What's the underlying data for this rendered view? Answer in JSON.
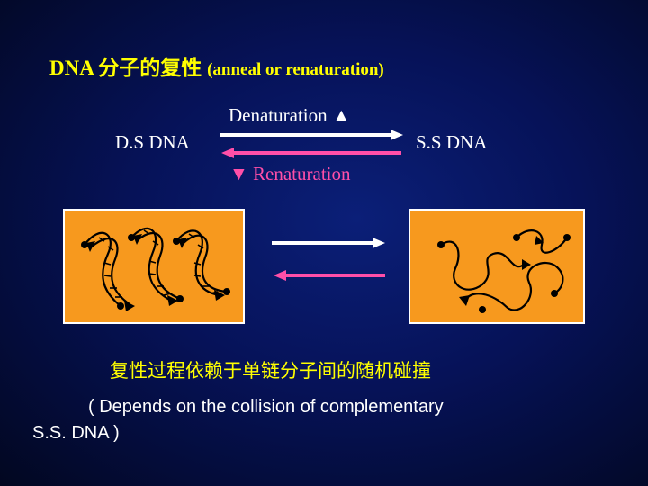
{
  "title": {
    "prefix": "DNA 分子的复性",
    "suffix": "(anneal or renaturation)"
  },
  "scheme": {
    "left_label": "D.S DNA",
    "right_label": "S.S DNA",
    "forward_label": "Denaturation ▲",
    "reverse_label": "▼ Renaturation",
    "forward_color": "#ffffff",
    "reverse_color": "#ff4fa8"
  },
  "panels": {
    "background": "#f7991e",
    "left_icon": "double-stranded-dna-icon",
    "right_icon": "single-stranded-dna-icon"
  },
  "caption_cn": "复性过程依赖于单链分子间的随机碰撞",
  "caption_en": {
    "line1": "( Depends on the collision of complementary",
    "line2": "S.S. DNA )"
  }
}
